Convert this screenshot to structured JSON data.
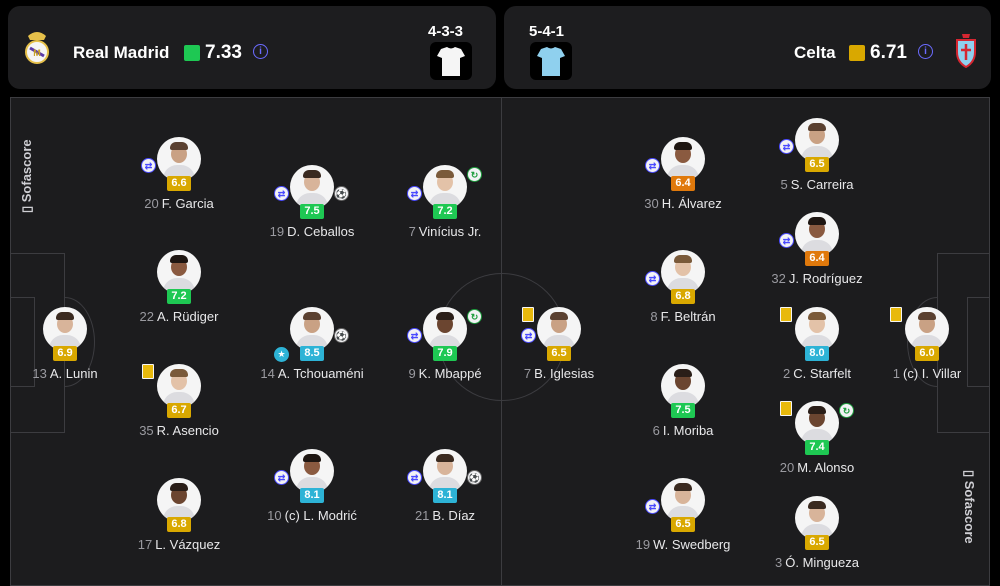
{
  "home": {
    "name": "Real Madrid",
    "rating": "7.33",
    "rating_color": "#1ec853",
    "formation": "4-3-3",
    "crest_icon": "real-madrid-crest-icon",
    "jersey_icon": "white-jersey-icon"
  },
  "away": {
    "name": "Celta",
    "rating": "6.71",
    "rating_color": "#d9a800",
    "formation": "5-4-1",
    "crest_icon": "celta-crest-icon",
    "jersey_icon": "sky-blue-jersey-icon"
  },
  "info_glyph": "i",
  "watermark": "Sofascore",
  "rating_colors": {
    "green": "#1ec853",
    "dark_green": "#00a83f",
    "yellow": "#d9a800",
    "orange": "#e0790c",
    "blue": "#2db3d6"
  },
  "players": [
    {
      "id": "lunin",
      "num": "13",
      "name": "A. Lunin",
      "rating": "6.9",
      "color": "#d9a800"
    },
    {
      "id": "garcia",
      "num": "20",
      "name": "F. Garcia",
      "rating": "6.6",
      "color": "#d9a800",
      "sub": true
    },
    {
      "id": "rudiger",
      "num": "22",
      "name": "A. Rüdiger",
      "rating": "7.2",
      "color": "#1ec853"
    },
    {
      "id": "asencio",
      "num": "35",
      "name": "R. Asencio",
      "rating": "6.7",
      "color": "#d9a800",
      "yellow": true
    },
    {
      "id": "vazquez",
      "num": "17",
      "name": "L. Vázquez",
      "rating": "6.8",
      "color": "#d9a800"
    },
    {
      "id": "ceballos",
      "num": "19",
      "name": "D. Ceballos",
      "rating": "7.5",
      "color": "#1ec853",
      "sub": true,
      "goal": true
    },
    {
      "id": "tchouameni",
      "num": "14",
      "name": "A. Tchouaméni",
      "rating": "8.5",
      "color": "#2db3d6",
      "star": true,
      "goal": true
    },
    {
      "id": "modric",
      "num": "10",
      "name": "(c) L. Modrić",
      "rating": "8.1",
      "color": "#2db3d6",
      "sub": true
    },
    {
      "id": "vinicius",
      "num": "7",
      "name": "Vinícius Jr.",
      "rating": "7.2",
      "color": "#1ec853",
      "sub": true,
      "assist": true
    },
    {
      "id": "mbappe",
      "num": "9",
      "name": "K. Mbappé",
      "rating": "7.9",
      "color": "#1ec853",
      "sub": true,
      "assist": true
    },
    {
      "id": "diaz",
      "num": "21",
      "name": "B. Díaz",
      "rating": "8.1",
      "color": "#2db3d6",
      "sub": true,
      "goal": true
    },
    {
      "id": "iglesias",
      "num": "7",
      "name": "B. Iglesias",
      "rating": "6.5",
      "color": "#d9a800",
      "sub": true,
      "yellow": true
    },
    {
      "id": "alvarez",
      "num": "30",
      "name": "H. Álvarez",
      "rating": "6.4",
      "color": "#e0790c",
      "sub": true
    },
    {
      "id": "beltran",
      "num": "8",
      "name": "F. Beltrán",
      "rating": "6.8",
      "color": "#d9a800",
      "sub": true
    },
    {
      "id": "moriba",
      "num": "6",
      "name": "I. Moriba",
      "rating": "7.5",
      "color": "#1ec853"
    },
    {
      "id": "swedberg",
      "num": "19",
      "name": "W. Swedberg",
      "rating": "6.5",
      "color": "#d9a800",
      "sub": true
    },
    {
      "id": "carreira",
      "num": "5",
      "name": "S. Carreira",
      "rating": "6.5",
      "color": "#d9a800",
      "sub": true
    },
    {
      "id": "rodriguez",
      "num": "32",
      "name": "J. Rodríguez",
      "rating": "6.4",
      "color": "#e0790c",
      "sub": true
    },
    {
      "id": "starfelt",
      "num": "2",
      "name": "C. Starfelt",
      "rating": "8.0",
      "color": "#2db3d6",
      "yellow": true
    },
    {
      "id": "alonso",
      "num": "20",
      "name": "M. Alonso",
      "rating": "7.4",
      "color": "#1ec853",
      "yellow": true,
      "assist": true
    },
    {
      "id": "mingueza",
      "num": "3",
      "name": "Ó. Mingueza",
      "rating": "6.5",
      "color": "#d9a800"
    },
    {
      "id": "villar",
      "num": "1",
      "name": "(c) I. Villar",
      "rating": "6.0",
      "color": "#d9a800",
      "yellow": true
    }
  ]
}
